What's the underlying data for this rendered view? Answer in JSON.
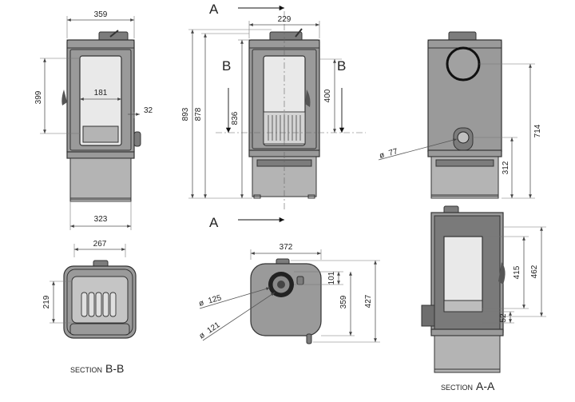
{
  "section_markers": {
    "a": "A",
    "b": "B"
  },
  "section_labels": {
    "bb": {
      "word": "SECTION",
      "letter": "B-B"
    },
    "aa": {
      "word": "SECTION",
      "letter": "A-A"
    }
  },
  "dimensions": {
    "front_width": "359",
    "front_glass_height": "399",
    "front_glass_width": "181",
    "front_flue_offset": "32",
    "front_base_width": "323",
    "center_top_width": "229",
    "center_total_height": "893",
    "center_height_878": "878",
    "center_height_836": "836",
    "center_section_b_height": "400",
    "side_height_714": "714",
    "side_height_312": "312",
    "side_flue_diameter": "77",
    "bb_width": "267",
    "bb_height": "219",
    "top_width": "372",
    "top_flue_diameter_125": "125",
    "top_flue_diameter_121": "121",
    "top_offset_101": "101",
    "top_depth_359": "359",
    "top_depth_427": "427",
    "aa_height_415": "415",
    "aa_height_462": "462",
    "aa_height_52": "52"
  },
  "symbols": {
    "diameter": "ø"
  }
}
